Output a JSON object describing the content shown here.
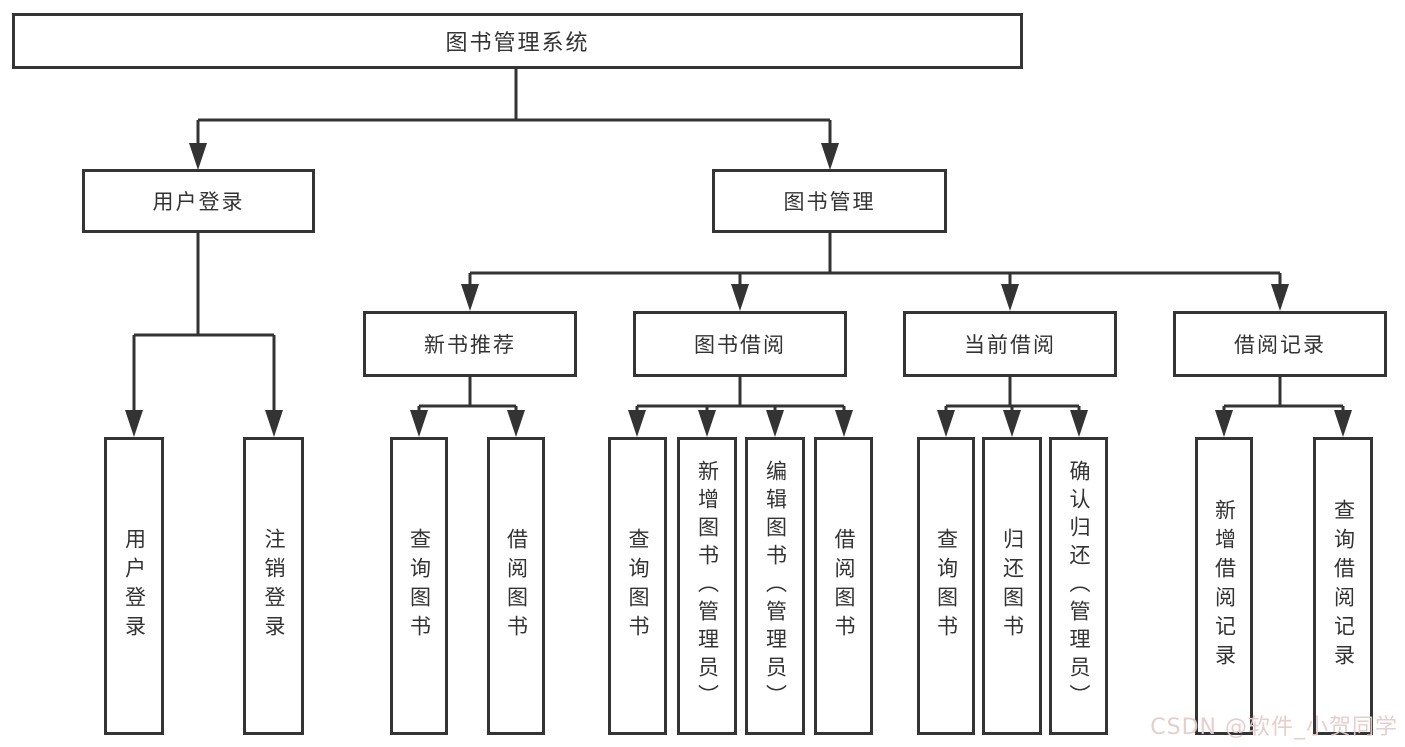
{
  "diagram": {
    "title": "图书管理系统",
    "root": {
      "label": "图书管理系统"
    },
    "login_branch": {
      "label": "用户登录",
      "children": [
        "用户登录",
        "注销登录"
      ]
    },
    "mgmt_branch": {
      "label": "图书管理",
      "groups": [
        {
          "label": "新书推荐",
          "children": [
            "查询图书",
            "借阅图书"
          ]
        },
        {
          "label": "图书借阅",
          "children": [
            "查询图书",
            "新增图书（管理员）",
            "编辑图书（管理员）",
            "借阅图书"
          ]
        },
        {
          "label": "当前借阅",
          "children": [
            "查询图书",
            "归还图书",
            "确认归还（管理员）"
          ]
        },
        {
          "label": "借阅记录",
          "children": [
            "新增借阅记录",
            "查询借阅记录"
          ]
        }
      ]
    }
  },
  "watermark": "CSDN @软件_小贺同学",
  "colors": {
    "line": "#333333",
    "border": "#343434",
    "text": "#333333",
    "watermark_tint": "#e4cbcb",
    "background": "#ffffff"
  }
}
